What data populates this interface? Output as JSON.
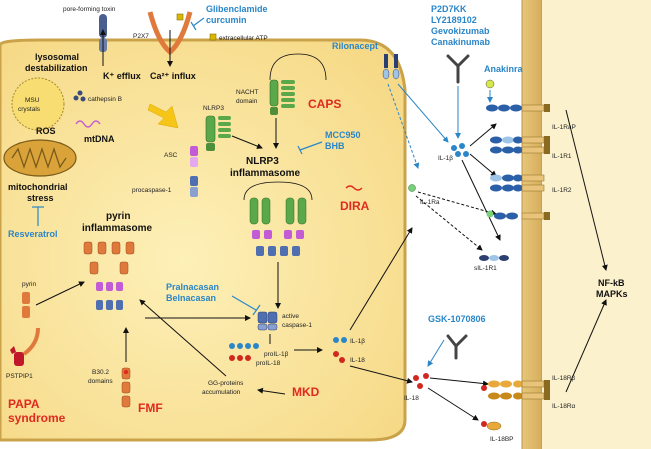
{
  "colors": {
    "cell_fill": "#fbe9a8",
    "membrane": "#c9a24a",
    "drug_blue": "#2a86c8",
    "disease_red": "#e02a1f",
    "pyrin_orange": "#e07a3c",
    "nlrp3_green": "#5aa84a",
    "asc_purple": "#c35ad6",
    "casp_blue": "#4f6fb0"
  },
  "membrane_labels": {
    "pore_forming_toxin": "pore-forming toxin",
    "p2x7": "P2X7",
    "extracellular_atp": "extracellular ATP",
    "k_efflux": "K⁺ efflux",
    "ca_influx": "Ca²⁺ influx"
  },
  "drugs": {
    "glibenclamide": "Glibenclamide",
    "curcumin": "curcumin",
    "rilonacept": "Rilonacept",
    "p2d7kk": "P2D7KK",
    "ly2189102": "LY2189102",
    "gevokizumab": "Gevokizumab",
    "canakinumab": "Canakinumab",
    "anakinra": "Anakinra",
    "mcc950": "MCC950",
    "bhb": "BHB",
    "resveratrol": "Resveratrol",
    "pralnacasan": "Pralnacasan",
    "belnacasan": "Belnacasan",
    "gsk": "GSK-1070806"
  },
  "diseases": {
    "caps": "CAPS",
    "dira": "DIRA",
    "papa_line1": "PAPA",
    "papa_line2": "syndrome",
    "fmf": "FMF",
    "mkd": "MKD"
  },
  "labels": {
    "lysosomal_line1": "lysosomal",
    "lysosomal_line2": "destabilization",
    "msu_line1": "MSU",
    "msu_line2": "crystals",
    "cathepsin": "cathepsin B",
    "ros": "ROS",
    "mtdna": "mtDNA",
    "mito_line1": "mitochondrial",
    "mito_line2": "stress",
    "nacht_line1": "NACHT",
    "nacht_line2": "domain",
    "nlrp3": "NLRP3",
    "asc": "ASC",
    "procaspase": "procaspase-1",
    "nlrp3_inflam_line1": "NLRP3",
    "nlrp3_inflam_line2": "inflammasome",
    "pyrin_inflam_line1": "pyrin",
    "pyrin_inflam_line2": "inflammasome",
    "pyrin": "pyrin",
    "pstpip1": "PSTPIP1",
    "b302_line1": "B30.2",
    "b302_line2": "domains",
    "gg_line1": "GG-proteins",
    "gg_line2": "accumulation",
    "active_casp_line1": "active",
    "active_casp_line2": "caspase-1",
    "proil1b": "proIL-1β",
    "proil18": "proIL-18",
    "il1b_cell": "IL-1β",
    "il18_cell": "IL-18",
    "il1b_ext": "IL-1β",
    "il1ra": "IL-1Ra",
    "sil1r1": "sIL-1R1",
    "il18_ext": "IL-18",
    "il1rap": "IL-1RaP",
    "il1r1": "IL-1R1",
    "il1r2": "IL-1R2",
    "il18rb": "IL-18Rβ",
    "il18ra": "IL-18Rα",
    "il18bp": "IL-18BP",
    "nfkb": "NF-kB",
    "mapks": "MAPKs"
  }
}
